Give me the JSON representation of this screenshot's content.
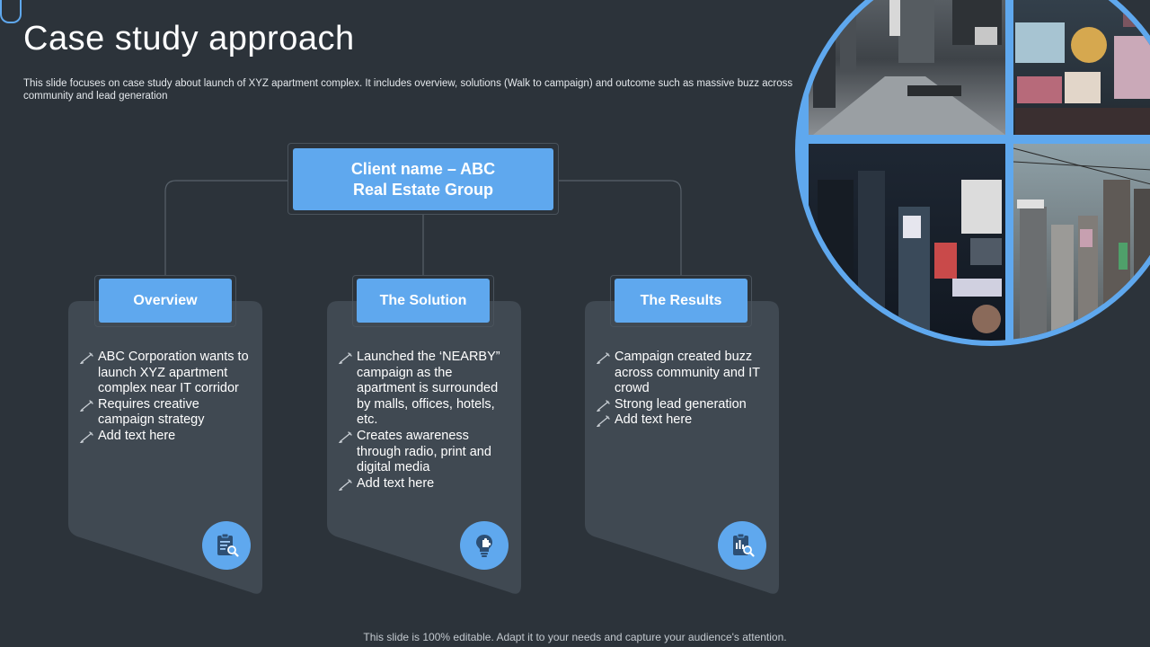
{
  "slide": {
    "title": "Case study approach",
    "subtitle": "This slide focuses on case study about launch of XYZ  apartment complex. It includes overview, solutions (Walk to campaign) and outcome such as massive buzz across community and lead generation",
    "footer": "This slide is 100% editable. Adapt it to your needs and capture your audience's attention."
  },
  "client": {
    "name": "Client name – ABC Real Estate Group"
  },
  "colors": {
    "background": "#2c333a",
    "accent": "#5fa8ee",
    "card": "#404952",
    "connector": "#58616a"
  },
  "cards": [
    {
      "heading": "Overview",
      "icon": "clipboard-search-icon",
      "bullets": [
        "ABC Corporation wants to launch XYZ apartment complex near IT corridor",
        "Requires creative campaign strategy",
        "Add text here"
      ]
    },
    {
      "heading": "The Solution",
      "icon": "lightbulb-puzzle-icon",
      "bullets": [
        "Launched the ‘NEARBY” campaign as the apartment is surrounded by malls, offices, hotels, etc.",
        "Creates awareness through radio, print and digital media",
        "Add text here"
      ]
    },
    {
      "heading": "The Results",
      "icon": "report-chart-magnifier-icon",
      "bullets": [
        "Campaign created buzz across community and IT crowd",
        "Strong lead generation",
        "Add text here"
      ]
    }
  ],
  "bullet_icon": "pen-icon",
  "photo": {
    "icon": "city-street-photo-collage",
    "panels": 4
  }
}
